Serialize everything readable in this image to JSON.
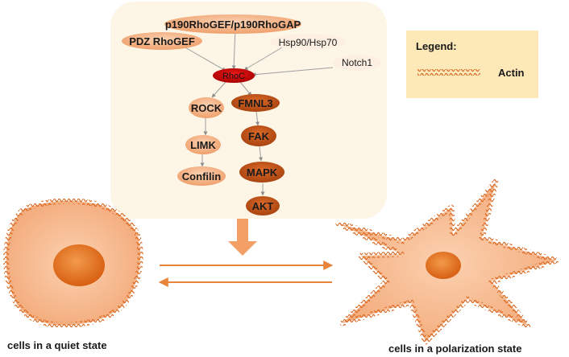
{
  "pathway": {
    "nodes": {
      "p190": "p190RhoGEF/p190RhoGAP",
      "pdz": "PDZ RhoGEF",
      "hsp": "Hsp90/Hsp70",
      "notch": "Notch1",
      "rhoc": "RhoC",
      "rock": "ROCK",
      "fmnl3": "FMNL3",
      "limk": "LIMK",
      "fak": "FAK",
      "cofilin": "Confilin",
      "mapk": "MAPK",
      "akt": "AKT"
    }
  },
  "legend": {
    "title": "Legend:",
    "actin_label": "Actin"
  },
  "cells": {
    "quiet_label": "cells in a quiet state",
    "polarization_label": "cells in a polarization state"
  },
  "colors": {
    "panel_bg": "#fdf6e6",
    "legend_bg": "#fde8b8",
    "light_node": "#f5b38a",
    "dark_node": "#c8561b",
    "rhoc_node": "#d40000",
    "cell_fill": "#f7b98f",
    "nucleus": "#e8741e",
    "arrow": "#e8843a",
    "edge": "#9e9e9e"
  }
}
